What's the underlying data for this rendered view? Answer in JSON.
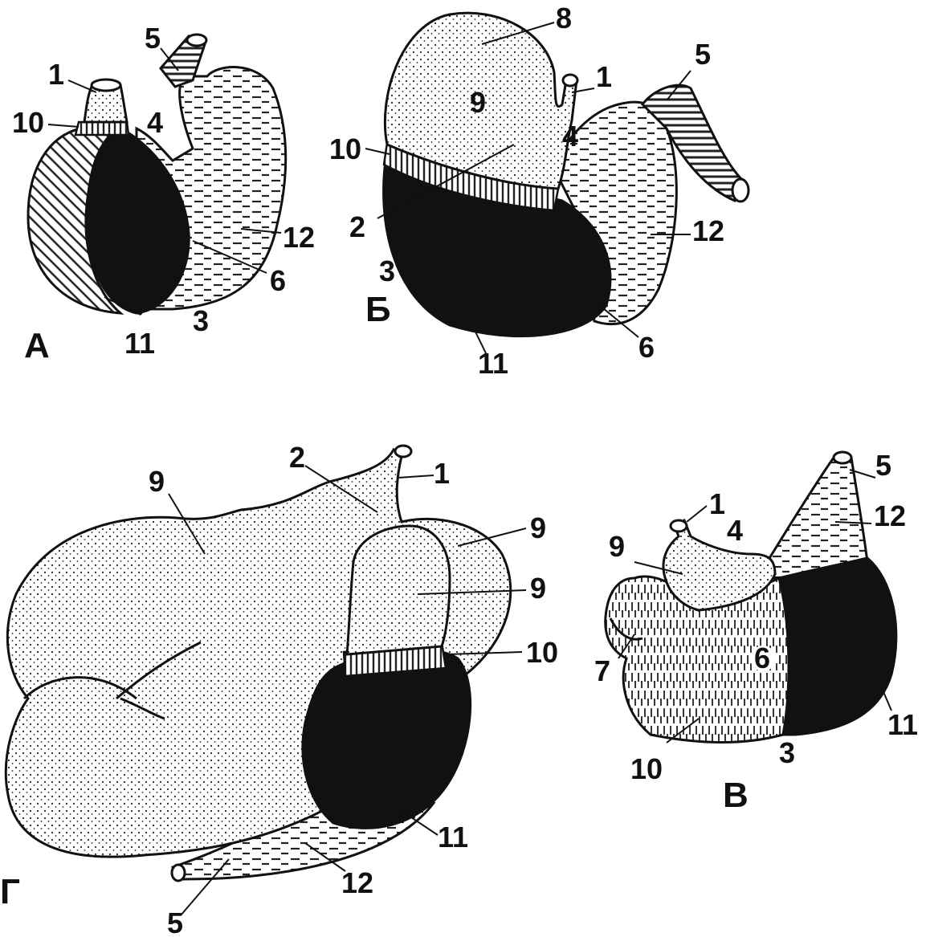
{
  "panels": [
    {
      "letter": "А",
      "labels": [
        "1",
        "5",
        "10",
        "4",
        "12",
        "6",
        "3",
        "11"
      ]
    },
    {
      "letter": "Б",
      "labels": [
        "8",
        "5",
        "1",
        "9",
        "10",
        "4",
        "2",
        "12",
        "3",
        "6",
        "11"
      ]
    },
    {
      "letter": "Г",
      "labels": [
        "2",
        "1",
        "9",
        "9",
        "9",
        "10",
        "11",
        "12",
        "5"
      ]
    },
    {
      "letter": "В",
      "labels": [
        "5",
        "1",
        "12",
        "4",
        "9",
        "6",
        "7",
        "11",
        "10",
        "3"
      ]
    }
  ]
}
